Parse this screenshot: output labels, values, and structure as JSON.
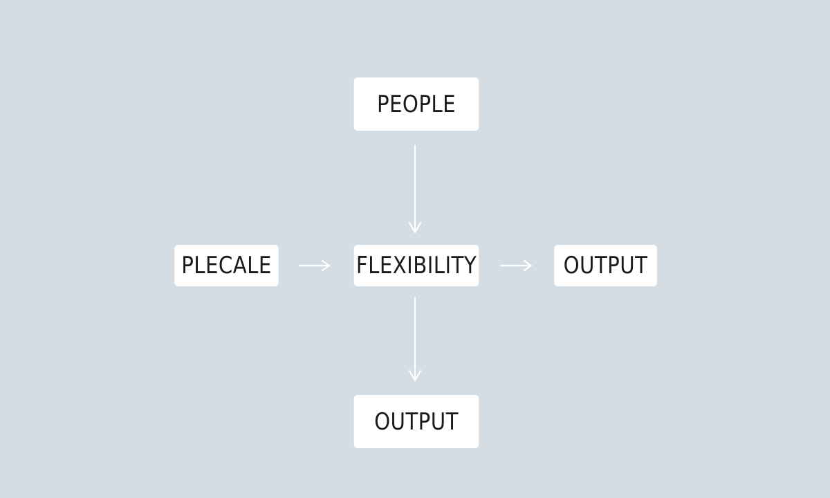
{
  "diagram": {
    "nodes": {
      "top": "PEOPLE",
      "left": "PLECALE",
      "center": "FLEXIBILITY",
      "right": "OUTPUT",
      "bottom": "OUTPUT"
    },
    "colors": {
      "background": "#d4dce4",
      "node_fill": "#ffffff",
      "arrow": "#ffffff",
      "text": "#1a1a1a"
    }
  }
}
